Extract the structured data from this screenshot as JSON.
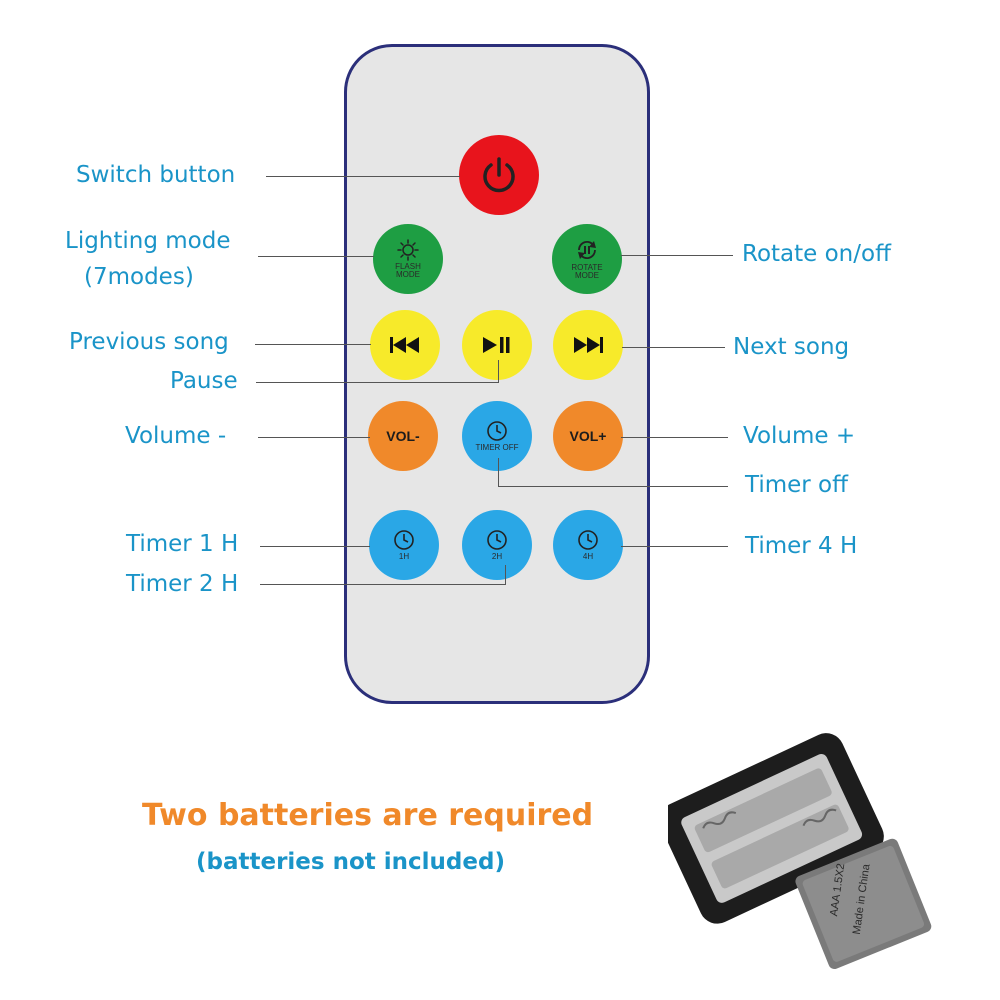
{
  "labels": {
    "switch": "Switch button",
    "lighting_line1": "Lighting mode",
    "lighting_line2": "(7modes)",
    "rotate": "Rotate on/off",
    "prev": "Previous song",
    "pause": "Pause",
    "next": "Next song",
    "vol_minus": "Volume -",
    "vol_plus": "Volume +",
    "timer_off": "Timer off",
    "timer_1h": "Timer 1 H",
    "timer_2h": "Timer 2 H",
    "timer_4h": "Timer 4 H"
  },
  "buttons": {
    "flash_line1": "FLASH",
    "flash_line2": "MODE",
    "rotate_line1": "ROTATE",
    "rotate_line2": "MODE",
    "vol_minus": "VOL-",
    "vol_plus": "VOL+",
    "timer_off": "TIMER OFF",
    "h1": "1H",
    "h2": "2H",
    "h4": "4H"
  },
  "footer": {
    "batteries_required": "Two batteries are required",
    "batteries_note": "(batteries not included)"
  },
  "battery_cover": {
    "line1": "AAA 1.5X2",
    "line2": "Made in China"
  },
  "colors": {
    "power": "#e8141c",
    "green": "#1e9e43",
    "yellow": "#f7ea2a",
    "orange": "#f0892a",
    "blue": "#2aa7e6",
    "label": "#1a94c8",
    "remote_border": "#2b2f7a"
  }
}
